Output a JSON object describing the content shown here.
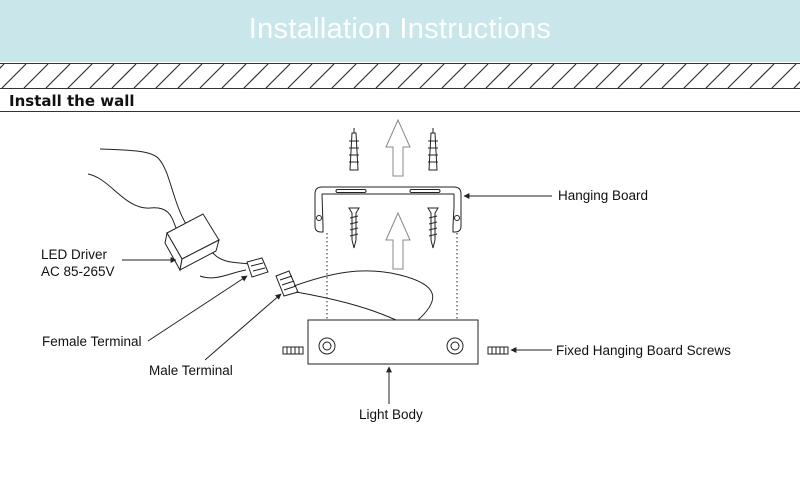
{
  "header": {
    "title": "Installation Instructions",
    "section_title": "Install the wall"
  },
  "labels": {
    "led_driver_line1": "LED Driver",
    "led_driver_line2": "AC 85-265V",
    "female_terminal": "Female Terminal",
    "male_terminal": "Male Terminal",
    "hanging_board": "Hanging Board",
    "fixed_screws": "Fixed Hanging Board Screws",
    "light_body": "Light Body"
  },
  "colors": {
    "banner": "#c9e7ea",
    "banner_text": "#ffffff",
    "line": "#222222"
  }
}
